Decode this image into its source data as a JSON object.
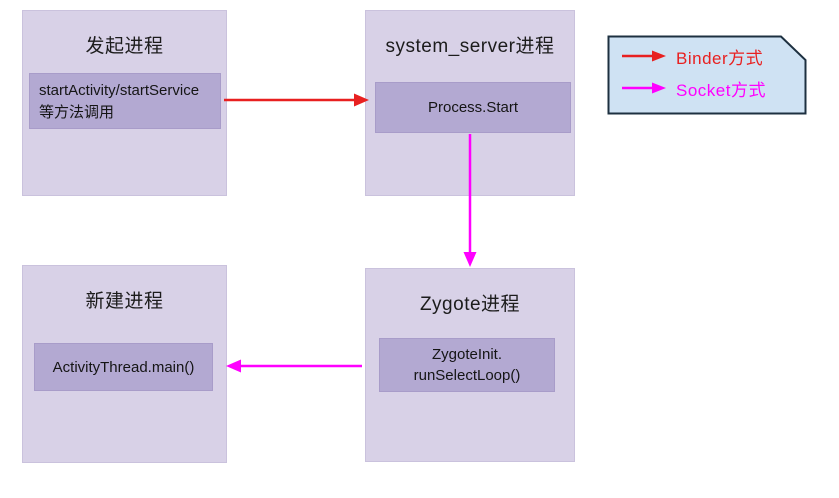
{
  "colors": {
    "binder": "#e82020",
    "socket": "#ff00ff",
    "box_fill": "#d8d1e7",
    "method_fill": "#b3a9d2",
    "legend_fill": "#cfe2f3",
    "legend_border": "#1d3040"
  },
  "boxes": {
    "initiating": {
      "title": "发起进程",
      "method": "startActivity/startService\n等方法调用"
    },
    "system_server": {
      "title": "system_server进程",
      "method": "Process.Start"
    },
    "new_process": {
      "title": "新建进程",
      "method": "ActivityThread.main()"
    },
    "zygote": {
      "title": "Zygote进程",
      "method": "ZygoteInit.\nrunSelectLoop()"
    }
  },
  "legend": {
    "binder_label": "Binder方式",
    "socket_label": "Socket方式"
  }
}
